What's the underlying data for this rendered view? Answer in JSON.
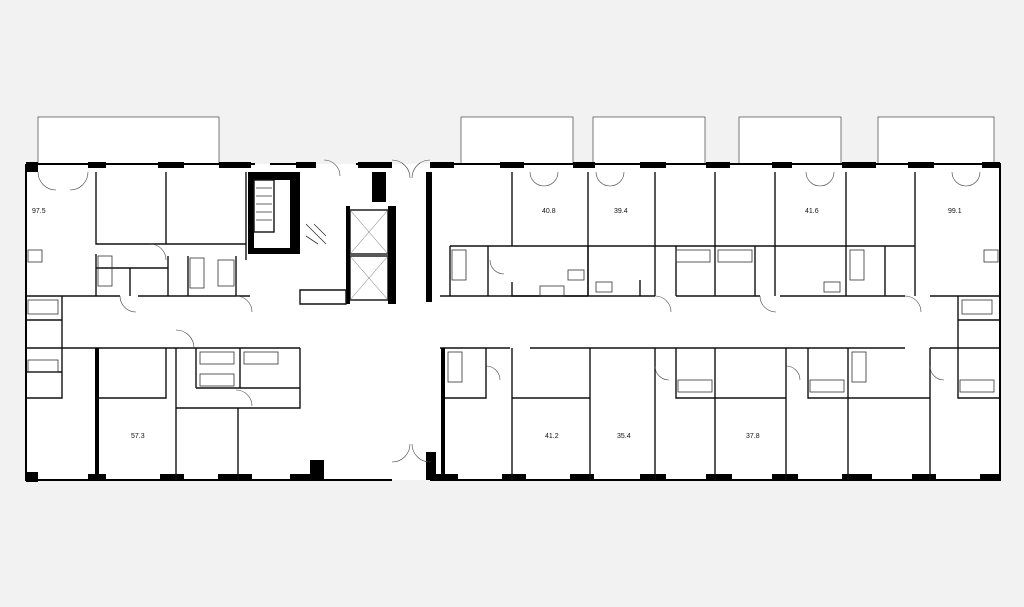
{
  "floor_plan": {
    "apartments": [
      {
        "id": "apt-north-west",
        "area": "97.5"
      },
      {
        "id": "apt-north-2",
        "area": "40.8"
      },
      {
        "id": "apt-north-3",
        "area": "39.4"
      },
      {
        "id": "apt-north-4",
        "area": "41.6"
      },
      {
        "id": "apt-north-east",
        "area": "99.1"
      },
      {
        "id": "apt-south-west",
        "area": "57.3"
      },
      {
        "id": "apt-south-2",
        "area": "41.2"
      },
      {
        "id": "apt-south-3",
        "area": "35.4"
      },
      {
        "id": "apt-south-4",
        "area": "37.8"
      }
    ],
    "colors": {
      "background": "#f2f2f2",
      "floor": "#ffffff",
      "walls": "#000000"
    }
  }
}
